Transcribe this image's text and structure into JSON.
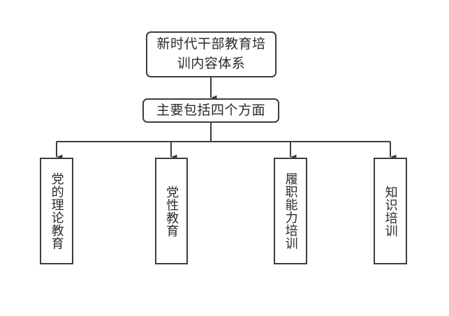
{
  "diagram": {
    "type": "tree-flowchart",
    "background_color": "#ffffff",
    "stroke_color": "#3c3c3c",
    "text_color": "#2b2b2b",
    "root": {
      "label": "新时代干部教育培\n训内容体系",
      "shape": "rounded-rectangle"
    },
    "subtitle": {
      "label": "主要包括四个方面",
      "shape": "rounded-rectangle"
    },
    "branches": [
      {
        "label": "党的理论教育",
        "shape": "rectangle",
        "orientation": "vertical"
      },
      {
        "label": "党性教育",
        "shape": "rectangle",
        "orientation": "vertical"
      },
      {
        "label": "履职能力培训",
        "shape": "rectangle",
        "orientation": "vertical"
      },
      {
        "label": "知识培训",
        "shape": "rectangle",
        "orientation": "vertical"
      }
    ]
  }
}
